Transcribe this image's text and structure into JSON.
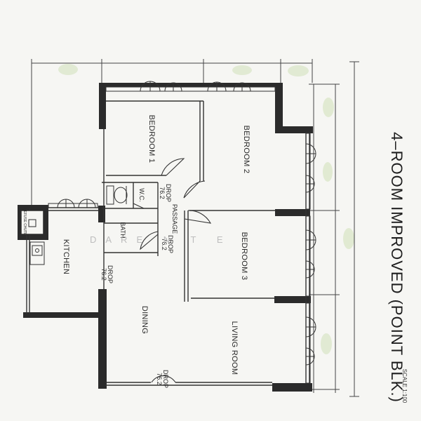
{
  "plan": {
    "title": "4–ROOM IMPROVED (POINT BLK.)",
    "scale": "SCALE 1:100",
    "watermark": "DARE N T E",
    "rooms": {
      "bedroom1": "BEDROOM 1",
      "bedroom2": "BEDROOM 2",
      "bedroom3": "BEDROOM 3",
      "kitchen": "KITCHEN",
      "dining": "DINING",
      "living_room": "LIVING ROOM",
      "bath": "BATH",
      "wc": "W.C.",
      "passage": "PASSAGE",
      "refuse_chute": "REFUSE CHUTE"
    },
    "drops": {
      "wc_drop_num": "76.2",
      "wc_drop_word": "DROP",
      "bath_drop_num": "76.2",
      "bath_drop_word": "DROP",
      "kitchen_drop_num": "76.2",
      "kitchen_drop_word": "DROP",
      "entry_drop_num": "76.2",
      "entry_drop_word": "DROP"
    }
  },
  "colors": {
    "wall": "#2b2b2b",
    "line": "#333333",
    "paper": "#f6f6f3",
    "highlight": "#dfe9cf"
  }
}
